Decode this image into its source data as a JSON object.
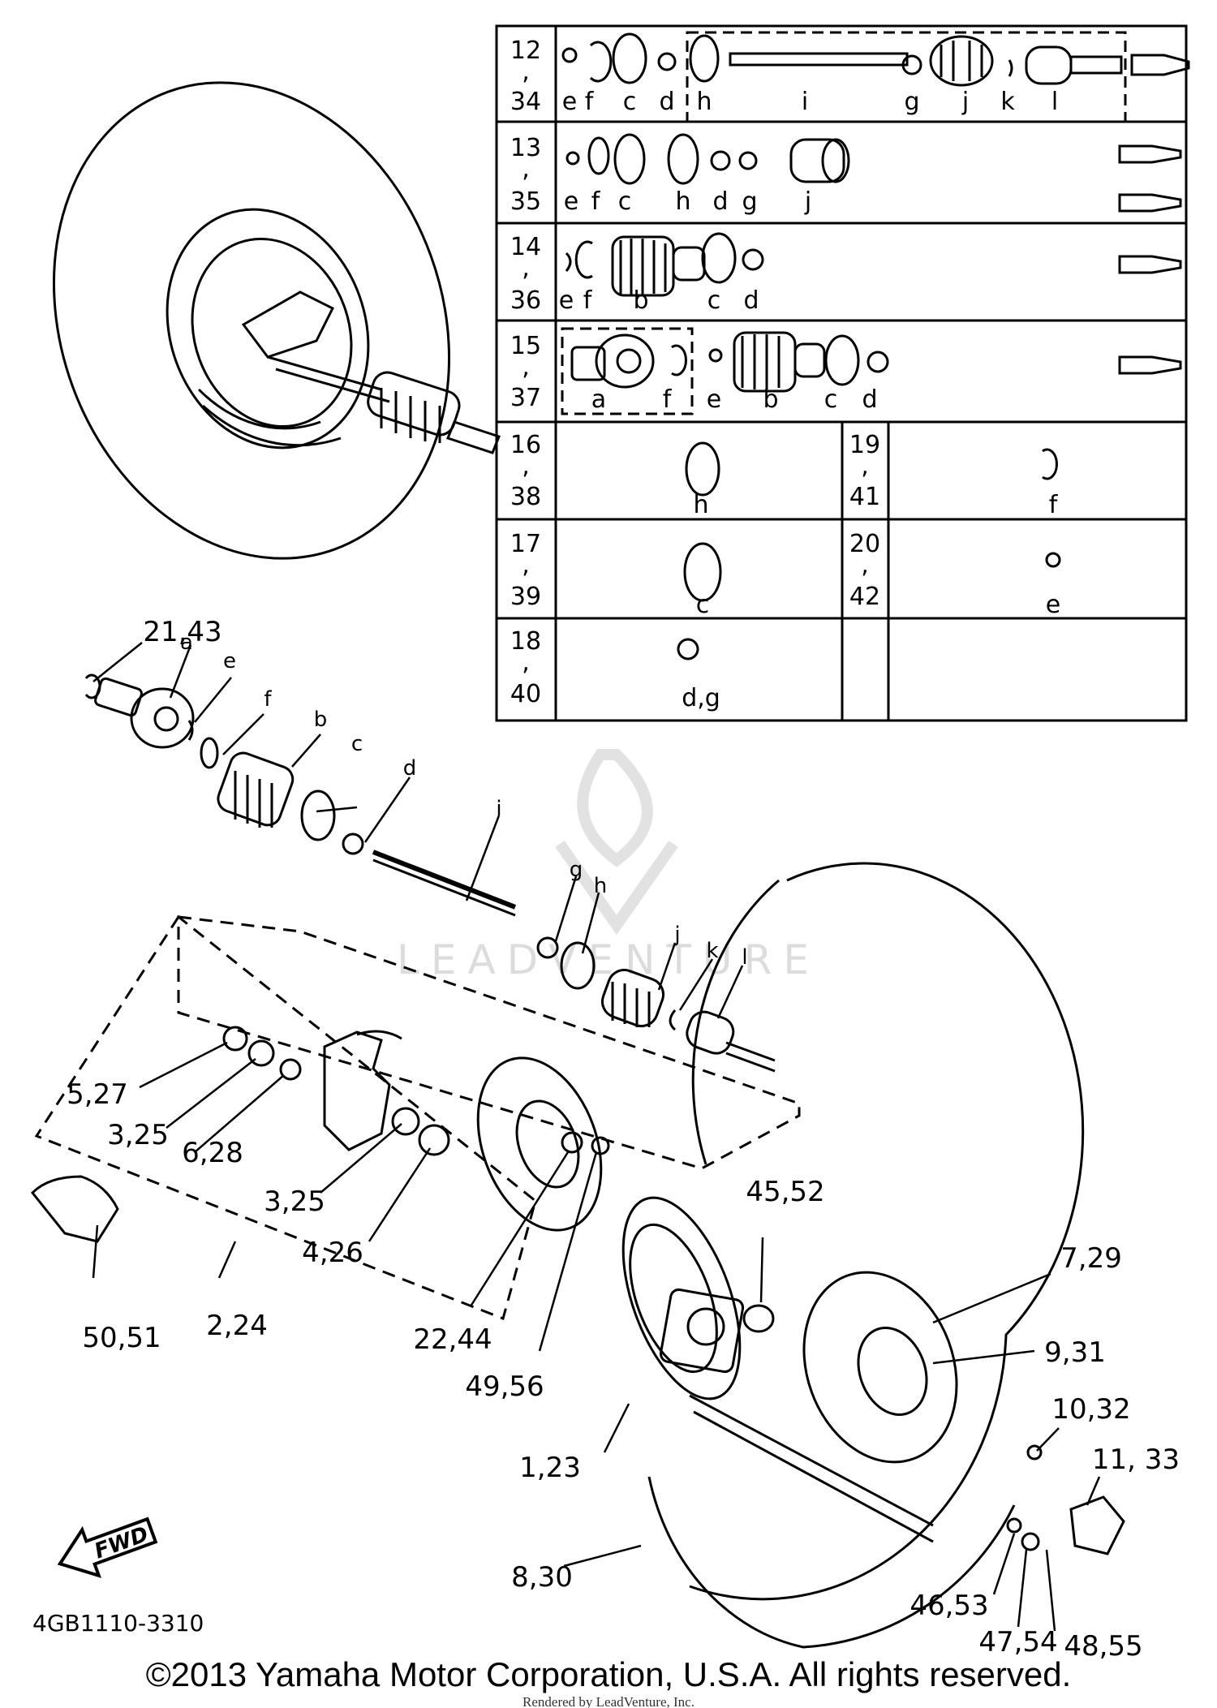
{
  "diagram_code": "4GB1110-3310",
  "fwd_label": "FWD",
  "watermark": "LEADVENTURE",
  "copyright": "©2013 Yamaha Motor Corporation, U.S.A. All rights reserved.",
  "rendered_by": "Rendered by LeadVenture, Inc.",
  "callouts": {
    "c21_43": "21,43",
    "a": "a",
    "e": "e",
    "f": "f",
    "b": "b",
    "c": "c",
    "d": "d",
    "i": "i",
    "g": "g",
    "h": "h",
    "j": "j",
    "k": "k",
    "l": "l",
    "c5_27": "5,27",
    "c3_25a": "3,25",
    "c6_28": "6,28",
    "c3_25b": "3,25",
    "c4_26": "4,26",
    "c50_51": "50,51",
    "c2_24": "2,24",
    "c45_52": "45,52",
    "c7_29": "7,29",
    "c22_44": "22,44",
    "c49_56": "49,56",
    "c9_31": "9,31",
    "c10_32": "10,32",
    "c11_33": "11, 33",
    "c1_23": "1,23",
    "c8_30": "8,30",
    "c46_53": "46,53",
    "c47_54": "47,54",
    "c48_55": "48,55"
  },
  "kit_table": {
    "rows": [
      {
        "ref_top": "12",
        "sep": ",",
        "ref_bottom": "34",
        "parts": [
          "e",
          "f",
          "c",
          "d",
          "h",
          "i",
          "g",
          "j",
          "k",
          "l"
        ]
      },
      {
        "ref_top": "13",
        "sep": ",",
        "ref_bottom": "35",
        "parts": [
          "e",
          "f",
          "c",
          "h",
          "d",
          "g",
          "j"
        ]
      },
      {
        "ref_top": "14",
        "sep": ",",
        "ref_bottom": "36",
        "parts": [
          "e",
          "f",
          "b",
          "c",
          "d"
        ]
      },
      {
        "ref_top": "15",
        "sep": ",",
        "ref_bottom": "37",
        "parts": [
          "a",
          "f",
          "e",
          "b",
          "c",
          "d"
        ]
      },
      {
        "ref_top": "16",
        "sep": ",",
        "ref_bottom": "38",
        "parts": [
          "h"
        ],
        "ref2_top": "19",
        "ref2_bottom": "41",
        "parts2": [
          "f"
        ]
      },
      {
        "ref_top": "17",
        "sep": ",",
        "ref_bottom": "39",
        "parts": [
          "c"
        ],
        "ref2_top": "20",
        "ref2_bottom": "42",
        "parts2": [
          "e"
        ]
      },
      {
        "ref_top": "18",
        "sep": ",",
        "ref_bottom": "40",
        "parts": [
          "d,g"
        ]
      }
    ]
  }
}
